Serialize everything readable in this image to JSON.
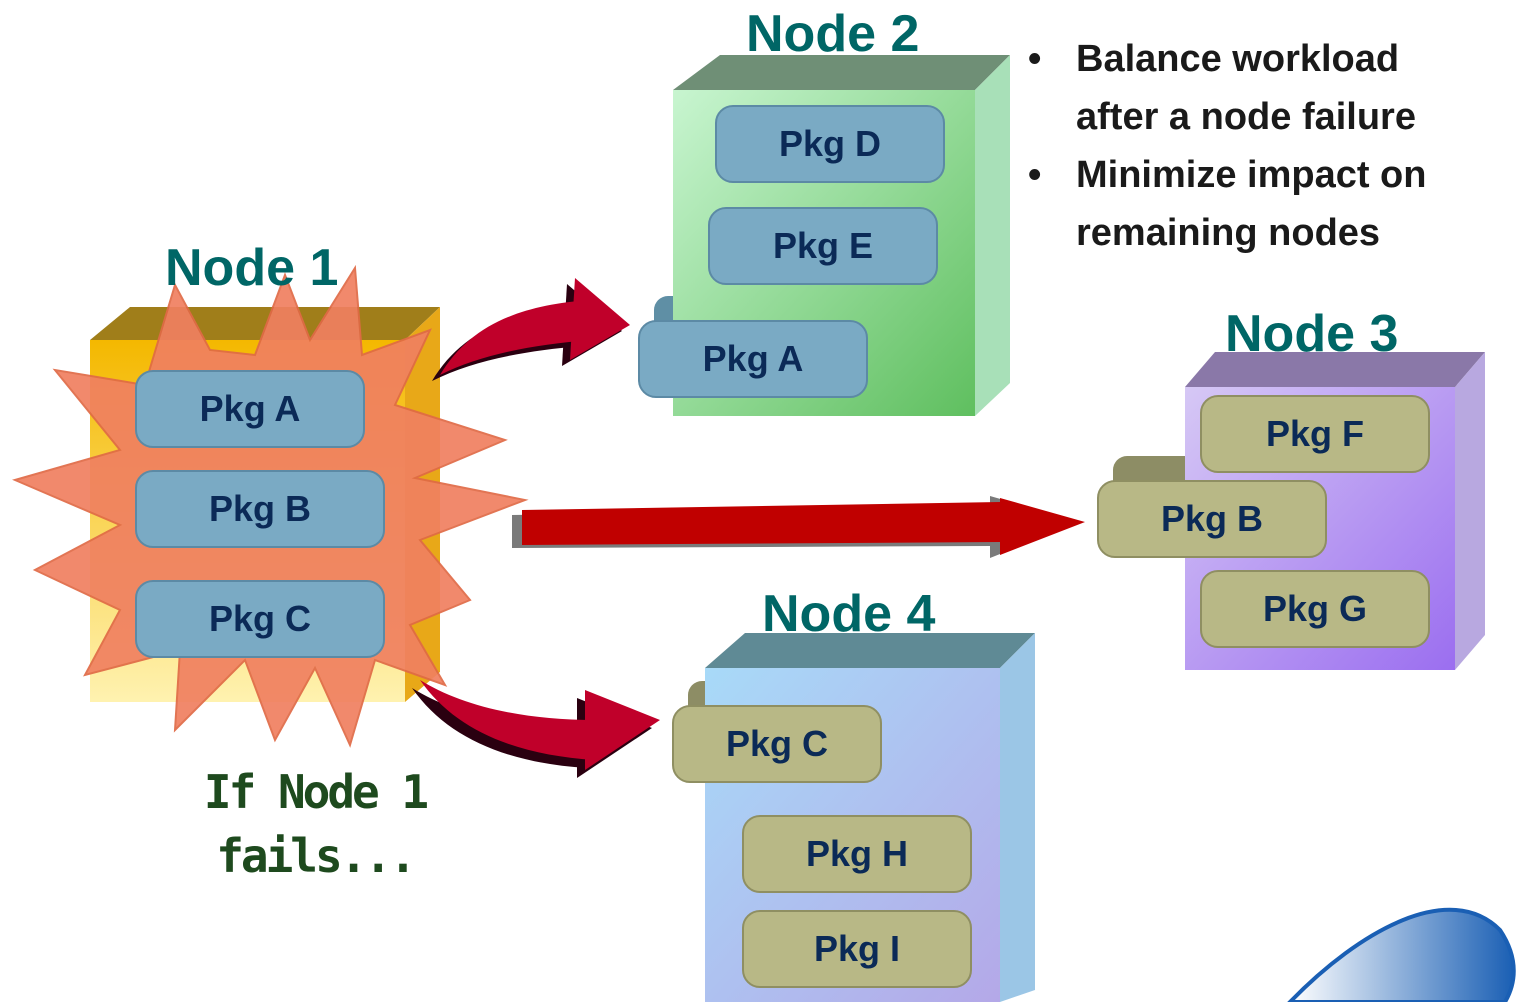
{
  "nodes": [
    {
      "title": "Node 1",
      "packages": [
        "Pkg A",
        "Pkg B",
        "Pkg C"
      ],
      "color": "#f5c840"
    },
    {
      "title": "Node 2",
      "packages": [
        "Pkg D",
        "Pkg E",
        "Pkg A"
      ],
      "color": "#a6e6b8"
    },
    {
      "title": "Node 3",
      "packages": [
        "Pkg F",
        "Pkg B",
        "Pkg G"
      ],
      "color": "#c8b4f0"
    },
    {
      "title": "Node 4",
      "packages": [
        "Pkg C",
        "Pkg H",
        "Pkg I"
      ],
      "color": "#a8d4f0"
    }
  ],
  "bullets": [
    {
      "line1": "Balance workload",
      "line2": "after a node failure"
    },
    {
      "line1": "Minimize impact on",
      "line2": "remaining nodes"
    }
  ],
  "bullet_char": "•",
  "caption": {
    "line1": "If Node 1",
    "line2": "fails..."
  },
  "colors": {
    "title": "#006666",
    "arrow": "#c0002a",
    "package_blue": "#7aaac4",
    "package_olive": "#b8b886",
    "failure_burst": "#f08060"
  }
}
